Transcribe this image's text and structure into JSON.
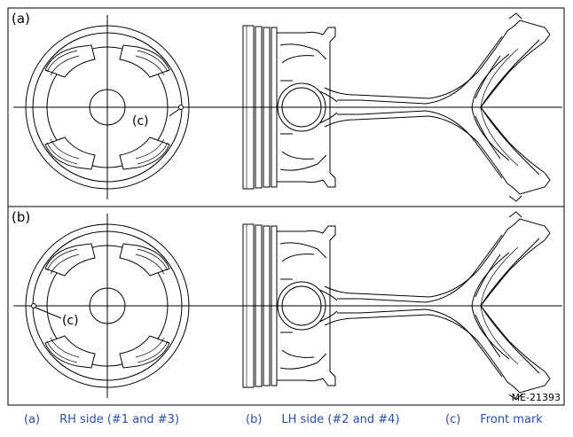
{
  "panels": {
    "a": {
      "label": "(a)",
      "callout": "(c)"
    },
    "b": {
      "label": "(b)",
      "callout": "(c)"
    }
  },
  "figure_id": "ME-21393",
  "legend": [
    {
      "key": "(a)",
      "text": "RH side (#1 and #3)"
    },
    {
      "key": "(b)",
      "text": "LH side (#2 and #4)"
    },
    {
      "key": "(c)",
      "text": "Front mark"
    }
  ],
  "colors": {
    "line": "#000000",
    "legend_text": "#2a4fa8"
  }
}
